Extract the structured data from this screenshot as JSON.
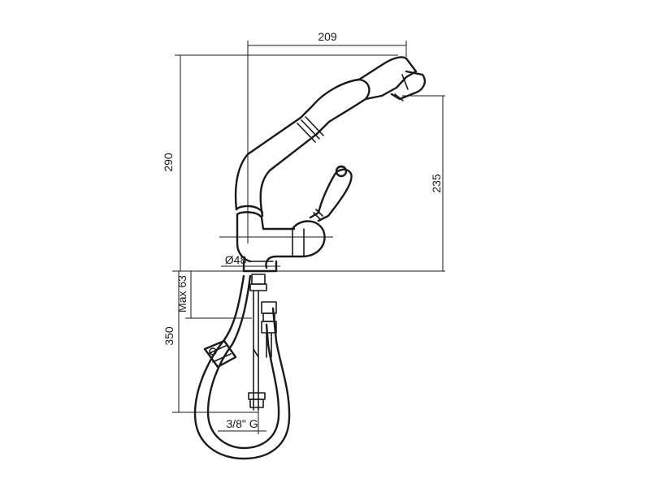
{
  "dimensions": {
    "width_top": "209",
    "height_total": "290",
    "height_spout": "235",
    "base_diameter": "Ø48",
    "max_deck": "Max 63",
    "hose_length": "350",
    "thread": "3/8\" G"
  }
}
